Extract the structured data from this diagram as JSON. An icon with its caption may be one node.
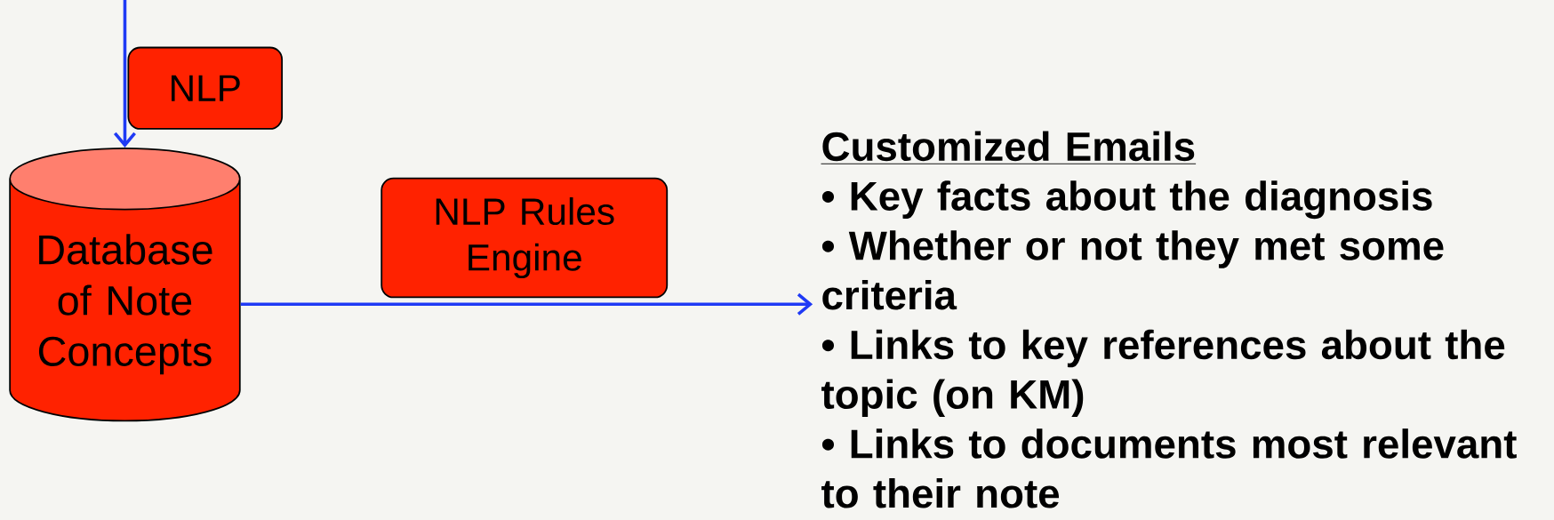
{
  "diagram": {
    "nodes": [
      {
        "text": [
          "NLP"
        ]
      },
      {
        "text": [
          "Database of Note Concepts"
        ]
      },
      {
        "text": [
          "NLP Rules Engine"
        ]
      },
      {
        "text": [
          "Customized Emails",
          "• Key facts about the diagnosis",
          "• Whether or not they met some criteria",
          "• Links to key references about the topic (on KM)",
          "• Links to documents most relevant to their note"
        ]
      }
    ],
    "edges": [
      {
        "from": null,
        "to": 1,
        "arrow": "to"
      },
      {
        "from": 1,
        "to": 3,
        "arrow": "to"
      }
    ]
  }
}
